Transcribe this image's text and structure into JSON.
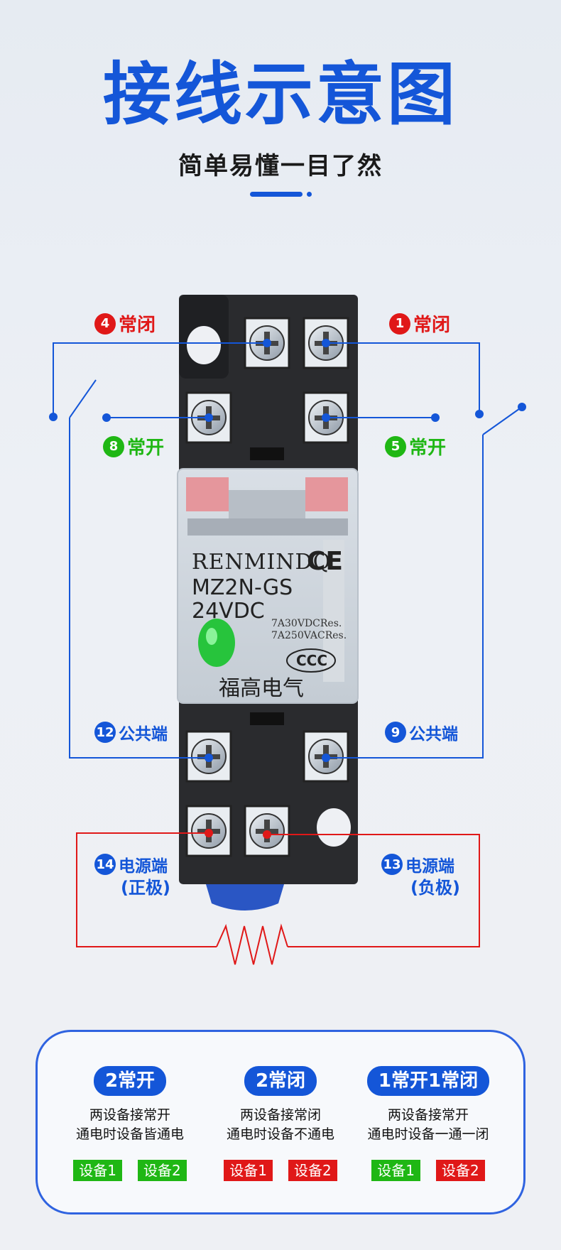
{
  "title": "接线示意图",
  "subtitle": "简单易懂一目了然",
  "relay": {
    "brand": "RENMINDQ",
    "ce_mark": "CE",
    "model": "MZ2N-GS",
    "voltage": "24VDC",
    "spec_dc": "7A30VDCRes.",
    "spec_ac": "7A250VACRes.",
    "cert_mark": "CCC",
    "maker": "福高电气"
  },
  "terminals": {
    "t4": {
      "num": "4",
      "label": "常闭"
    },
    "t1": {
      "num": "1",
      "label": "常闭"
    },
    "t8": {
      "num": "8",
      "label": "常开"
    },
    "t5": {
      "num": "5",
      "label": "常开"
    },
    "t12": {
      "num": "12",
      "label": "公共端"
    },
    "t9": {
      "num": "9",
      "label": "公共端"
    },
    "t14": {
      "num": "14",
      "label": "电源端",
      "sub": "(正极)"
    },
    "t13": {
      "num": "13",
      "label": "电源端",
      "sub": "(负极)"
    }
  },
  "colors": {
    "blue": "#1456d8",
    "red": "#e01818",
    "green": "#1fb714"
  },
  "modes": [
    {
      "title": "2常开",
      "line1": "两设备接常开",
      "line2": "通电时设备皆通电",
      "dev1": "设备1",
      "dev2": "设备2",
      "dev_state": "green"
    },
    {
      "title": "2常闭",
      "line1": "两设备接常闭",
      "line2": "通电时设备不通电",
      "dev1": "设备1",
      "dev2": "设备2",
      "dev_state": "red"
    },
    {
      "title": "1常开1常闭",
      "line1": "两设备接常开",
      "line2": "通电时设备一通一闭",
      "dev1": "设备1",
      "dev2": "设备2",
      "dev_state": "mixed"
    }
  ]
}
